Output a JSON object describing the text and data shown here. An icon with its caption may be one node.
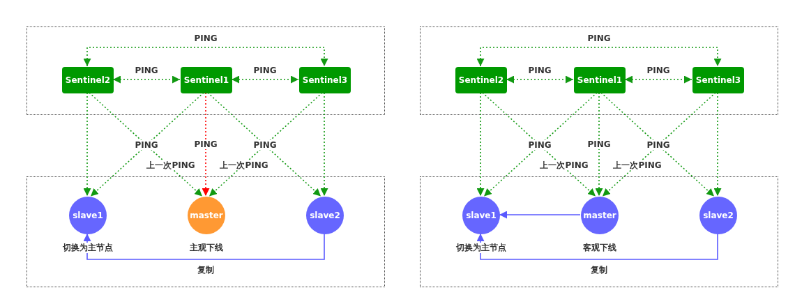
{
  "diagram": {
    "nodes": [
      {
        "text": [],
        "shape": "box"
      },
      {
        "text": [
          "Sentinel2"
        ],
        "in": 0
      },
      {
        "text": [
          "Sentinel1"
        ],
        "in": 0
      },
      {
        "text": [
          "Sentinel3"
        ],
        "in": 0
      },
      {
        "text": [],
        "shape": "box"
      },
      {
        "text": [
          "slave1"
        ],
        "in": 4,
        "beside": [
          "切换为主节点"
        ]
      },
      {
        "text": [
          "master"
        ],
        "in": 4,
        "beside": [
          "主观下线"
        ]
      },
      {
        "text": [
          "slave2"
        ],
        "in": 4
      },
      {
        "text": [],
        "shape": "box"
      },
      {
        "text": [
          "Sentinel2"
        ],
        "in": 8
      },
      {
        "text": [
          "Sentinel1"
        ],
        "in": 8
      },
      {
        "text": [
          "Sentinel3"
        ],
        "in": 8
      },
      {
        "text": [],
        "shape": "box"
      },
      {
        "text": [
          "slave1"
        ],
        "in": 12,
        "beside": [
          "切换为主节点"
        ]
      },
      {
        "text": [
          "master"
        ],
        "in": 12,
        "beside": [
          "客观下线"
        ]
      },
      {
        "text": [
          "slave2"
        ],
        "in": 12
      }
    ],
    "edges": [
      {
        "from": 1,
        "to": 3,
        "arrow": "both",
        "label": "PING",
        "style": "dashed"
      },
      {
        "from": 1,
        "to": 2,
        "arrow": "both",
        "label": "PING",
        "style": "dashed"
      },
      {
        "from": 2,
        "to": 3,
        "arrow": "both",
        "label": "PING",
        "style": "dashed"
      },
      {
        "from": 1,
        "to": 5,
        "arrow": "to",
        "style": "dashed"
      },
      {
        "from": 1,
        "to": 6,
        "arrow": "to",
        "style": "dashed"
      },
      {
        "from": 2,
        "to": 5,
        "arrow": "to",
        "style": "dashed"
      },
      {
        "from": 2,
        "to": 6,
        "arrow": "to",
        "label": "PING",
        "style": "dashed",
        "color": "#ff0000"
      },
      {
        "from": 2,
        "to": 7,
        "arrow": "to",
        "style": "dashed"
      },
      {
        "from": 3,
        "to": 6,
        "arrow": "to",
        "style": "dashed"
      },
      {
        "from": 3,
        "to": 7,
        "arrow": "to",
        "style": "dashed"
      },
      {
        "from": 7,
        "to": 5,
        "arrow": "to",
        "label": "复制",
        "color": "#5a5aff"
      },
      {
        "from": 9,
        "to": 11,
        "arrow": "both",
        "label": "PING",
        "style": "dashed"
      },
      {
        "from": 9,
        "to": 10,
        "arrow": "both",
        "label": "PING",
        "style": "dashed"
      },
      {
        "from": 10,
        "to": 11,
        "arrow": "both",
        "label": "PING",
        "style": "dashed"
      },
      {
        "from": 9,
        "to": 13,
        "arrow": "to",
        "style": "dashed"
      },
      {
        "from": 9,
        "to": 14,
        "arrow": "to",
        "style": "dashed"
      },
      {
        "from": 10,
        "to": 13,
        "arrow": "to",
        "style": "dashed"
      },
      {
        "from": 10,
        "to": 14,
        "arrow": "to",
        "label": "PING",
        "style": "dashed"
      },
      {
        "from": 10,
        "to": 15,
        "arrow": "to",
        "style": "dashed"
      },
      {
        "from": 11,
        "to": 14,
        "arrow": "to",
        "style": "dashed"
      },
      {
        "from": 11,
        "to": 15,
        "arrow": "to",
        "style": "dashed"
      },
      {
        "from": 15,
        "to": 13,
        "arrow": "to",
        "label": "复制",
        "color": "#5a5aff"
      },
      {
        "from": 14,
        "to": 13,
        "arrow": "to",
        "color": "#5a5aff"
      }
    ],
    "labels": [
      "PING",
      "PING",
      "上一次PING",
      "上一次PING",
      "PING",
      "PING",
      "上一次PING",
      "上一次PING"
    ]
  }
}
